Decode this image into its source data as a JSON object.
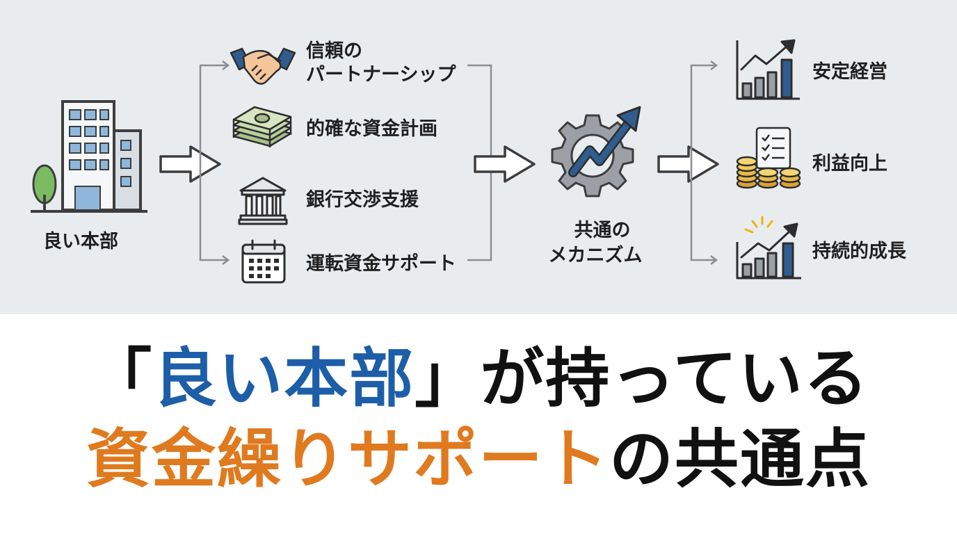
{
  "source": {
    "label": "良い本部"
  },
  "services": [
    {
      "label_lines": [
        "信頼の",
        "パートナーシップ"
      ],
      "icon": "handshake-icon"
    },
    {
      "label_lines": [
        "的確な資金計画"
      ],
      "icon": "money-stack-icon"
    },
    {
      "label_lines": [
        "銀行交渉支援"
      ],
      "icon": "bank-icon"
    },
    {
      "label_lines": [
        "運転資金サポート"
      ],
      "icon": "calendar-icon"
    }
  ],
  "mechanism": {
    "label_lines": [
      "共通の",
      "メカニズム"
    ],
    "icon": "gear-growth-icon"
  },
  "outcomes": [
    {
      "label": "安定経営",
      "icon": "bar-chart-growth-icon"
    },
    {
      "label": "利益向上",
      "icon": "coins-checklist-icon"
    },
    {
      "label": "持続的成長",
      "icon": "sparkle-growth-chart-icon"
    }
  ],
  "headline": {
    "line1": {
      "open_bracket": "「",
      "emphasis": "良い本部",
      "close_bracket": "」",
      "rest": "が持っている"
    },
    "line2": {
      "emphasis": "資金繰りサポート",
      "rest": "の共通点"
    }
  },
  "colors": {
    "panel_background": "#e9ecef",
    "accent_blue": "#1d5ea8",
    "accent_orange": "#e07a1f",
    "text_dark": "#111111"
  }
}
